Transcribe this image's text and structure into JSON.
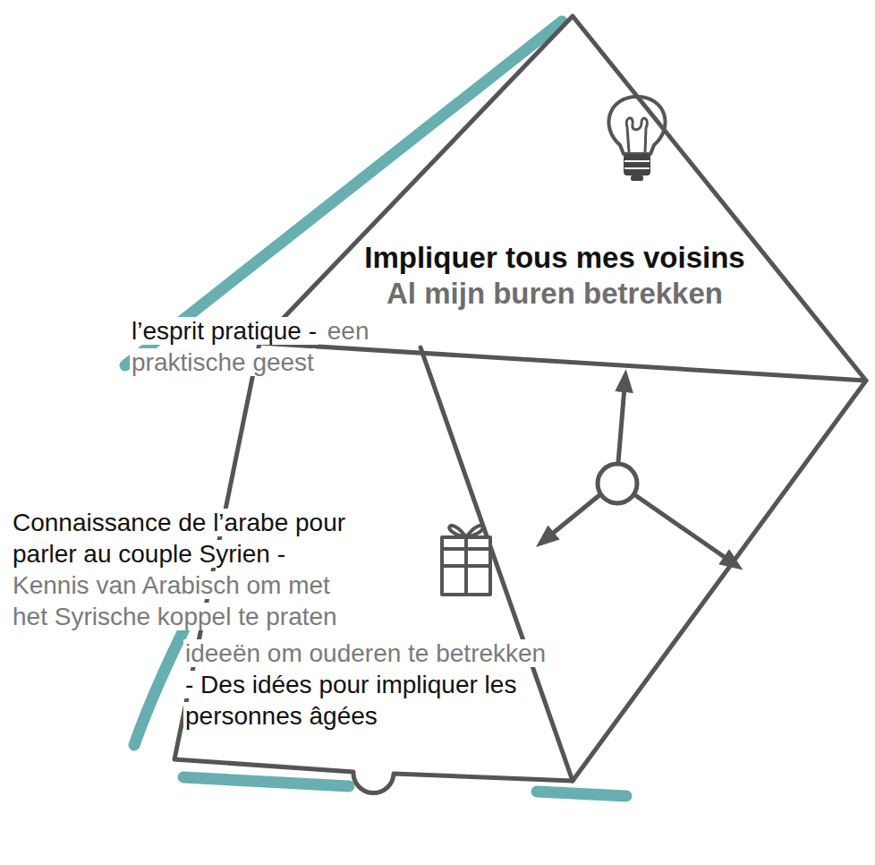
{
  "diagram": {
    "nodes": [
      {
        "text": [
          "Impliquer tous mes voisins",
          "Al mijn buren betrekken"
        ]
      }
    ],
    "labels": [
      "l’esprit pratique -",
      "een praktische geest",
      "Connaissance de l’arabe pour parler au couple Syrien -",
      "Kennis van Arabisch om met het Syrische koppel te praten",
      "ideeën om ouderen te betrekken",
      "- Des idées pour impliquer les personnes âgées"
    ]
  }
}
